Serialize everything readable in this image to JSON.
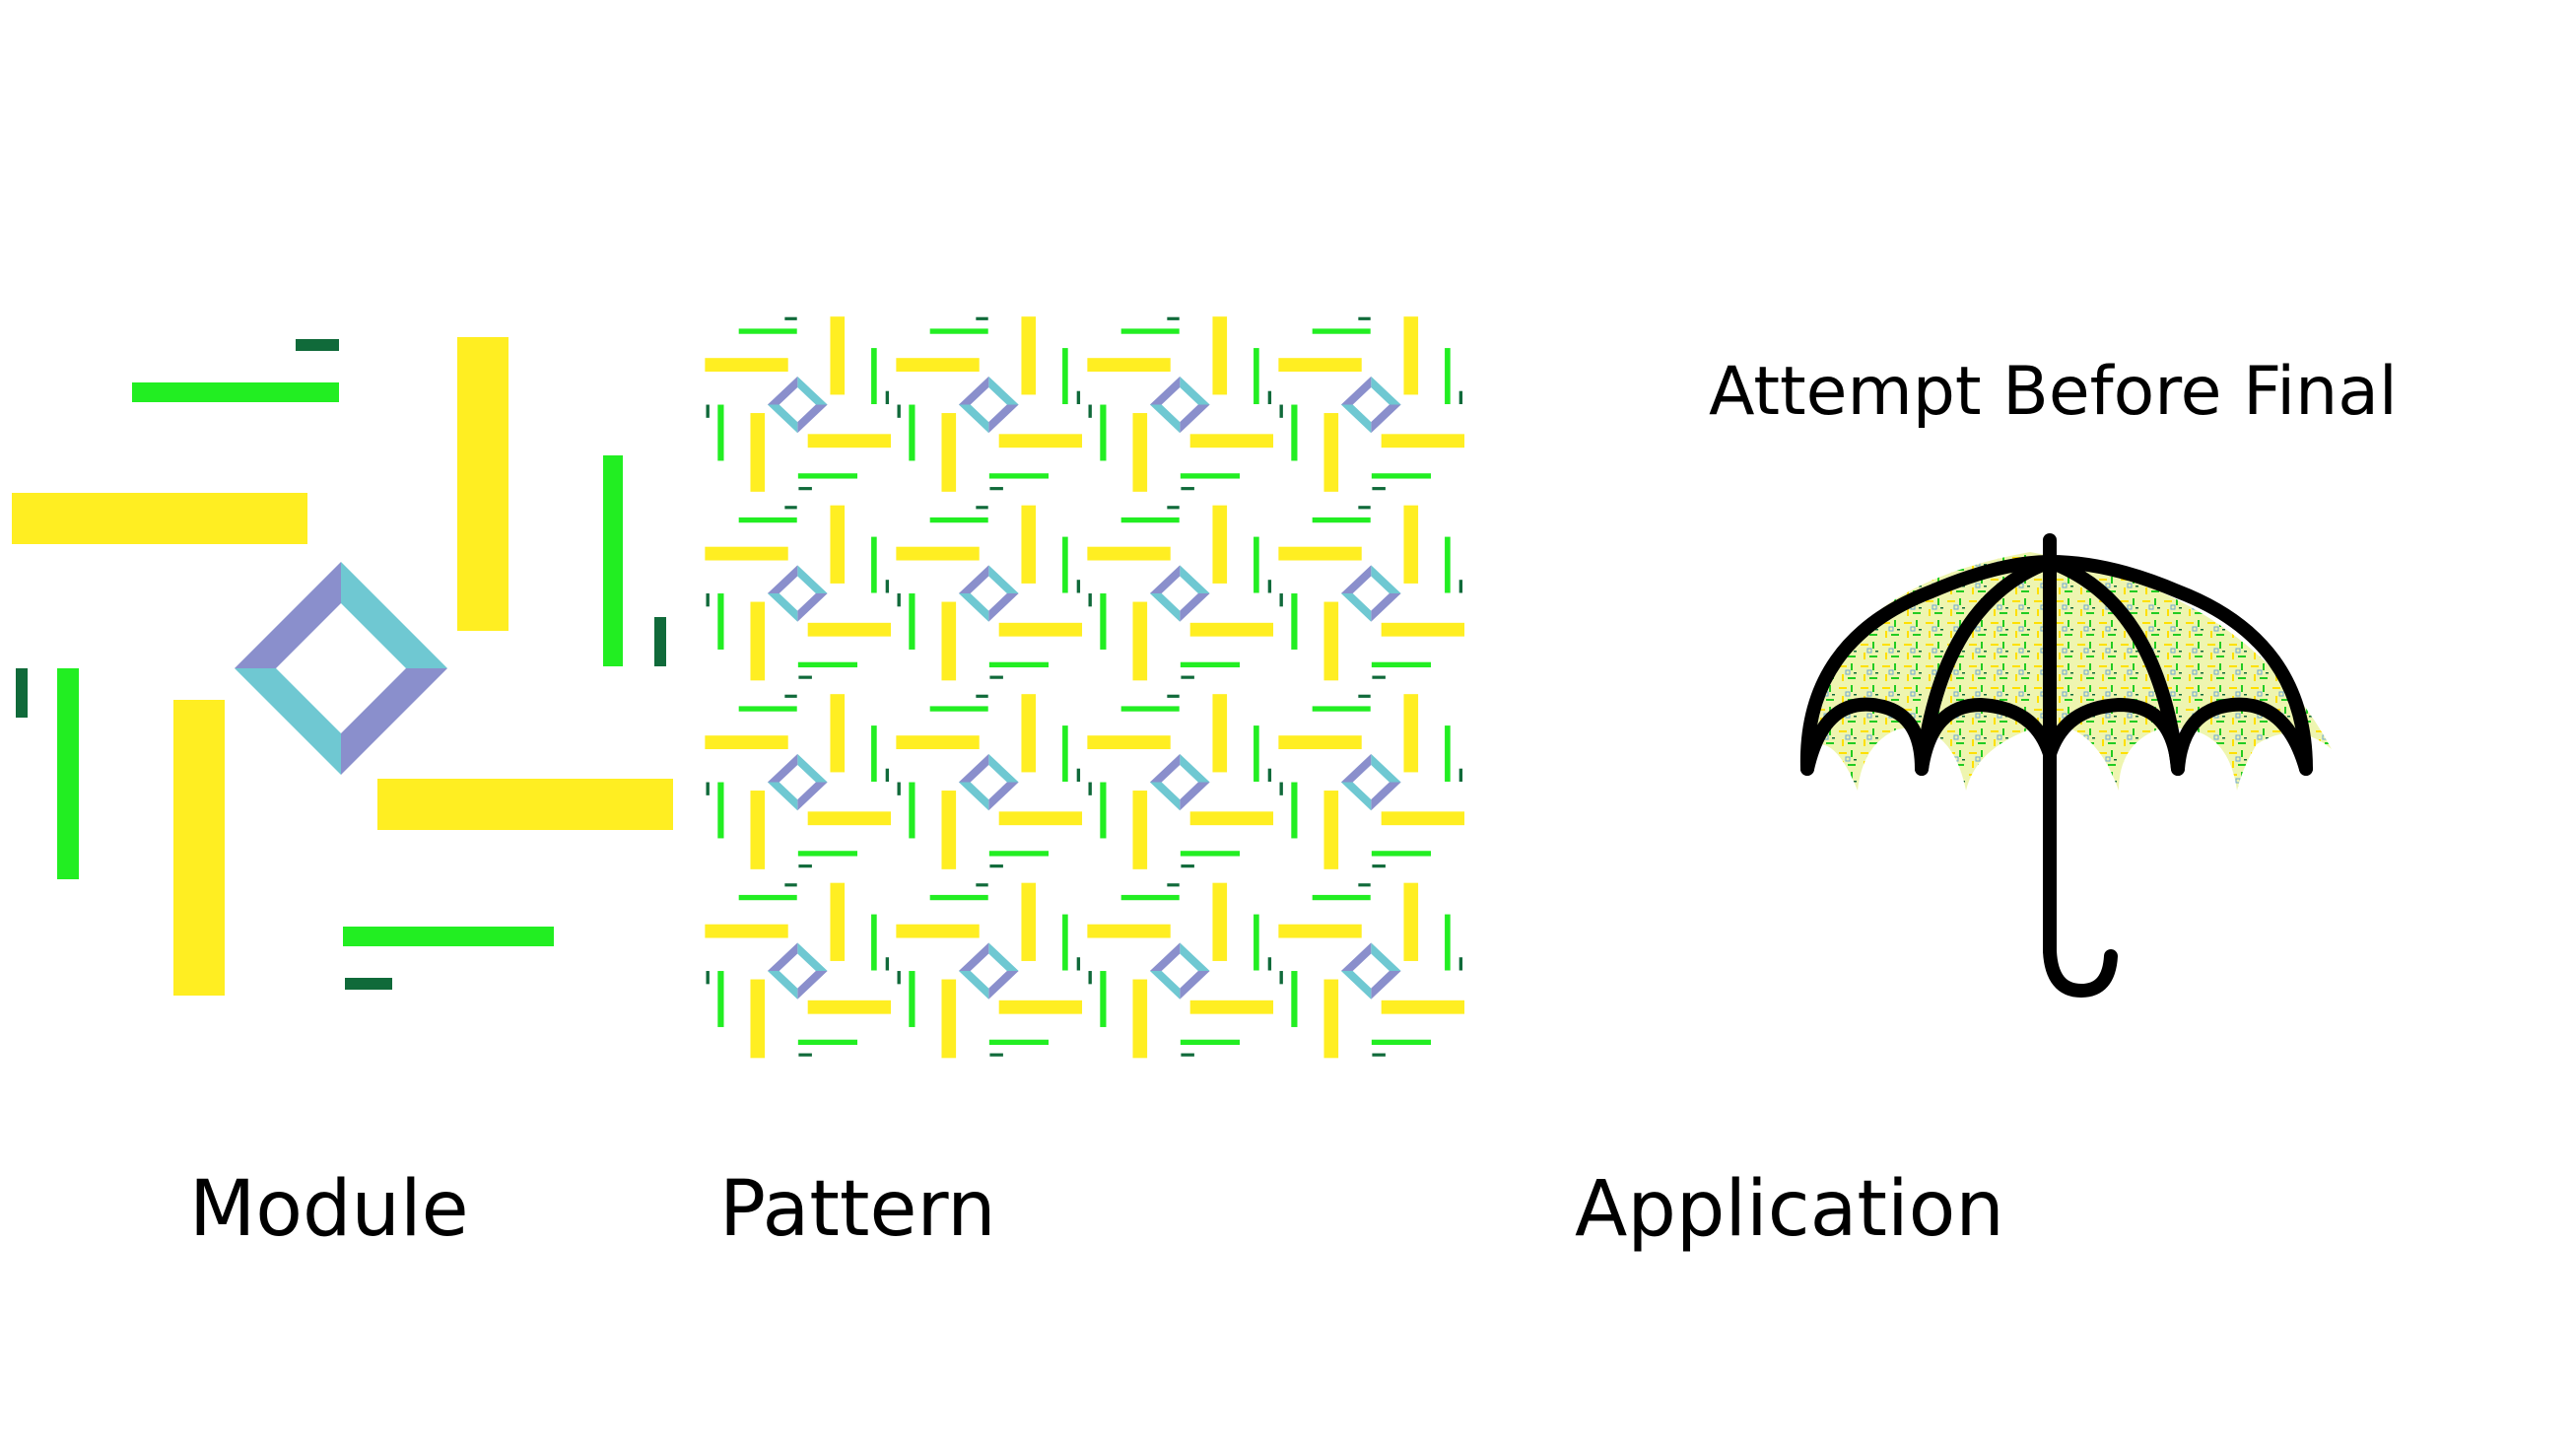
{
  "labels": {
    "module": "Module",
    "pattern": "Pattern",
    "application": "Application",
    "attempt": "Attempt Before Final"
  },
  "colors": {
    "background": "#ffffff",
    "yellow": "#ffee22",
    "bright_green": "#22ee22",
    "dark_green": "#106a3a",
    "teal": "#6fc8d2",
    "lavender": "#8a8fcc",
    "umbrella_stroke": "#000000",
    "umbrella_fill": "#eef5b0"
  },
  "icons": {
    "module_motif": "diamond-ring-with-bars",
    "umbrella": "umbrella-icon"
  },
  "pattern": {
    "columns": 4,
    "rows": 4
  }
}
